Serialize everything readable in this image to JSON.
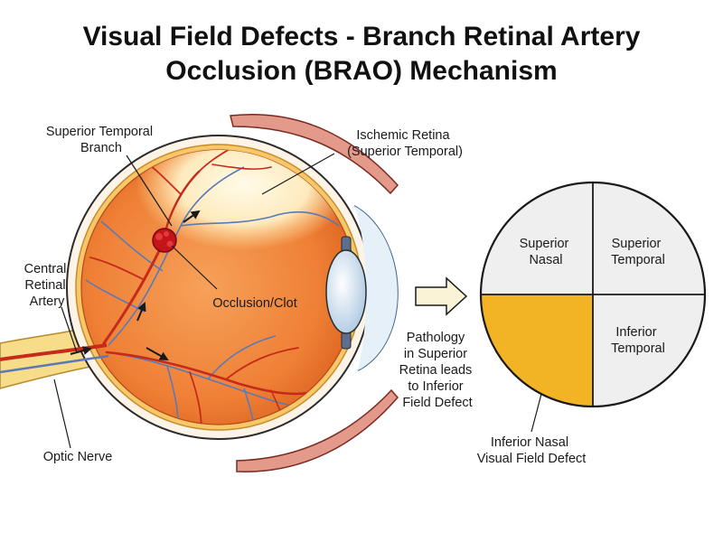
{
  "title": {
    "line1": "Visual Field Defects - Branch Retinal Artery",
    "line2": "Occlusion (BRAO) Mechanism"
  },
  "labels": {
    "superior_temporal_branch": [
      "Superior Temporal",
      "Branch"
    ],
    "ischemic_retina": [
      "Ischemic Retina",
      "(Superior Temporal)"
    ],
    "central_retinal_artery": [
      "Central",
      "Retinal",
      "Artery"
    ],
    "occlusion": [
      "Occlusion/Clot"
    ],
    "optic_nerve": [
      "Optic Nerve"
    ],
    "pathology_note": [
      "Pathology",
      "in Superior",
      "Retina leads",
      "to Inferior",
      "Field Defect"
    ]
  },
  "visual_field": {
    "quadrants": {
      "superior_nasal": [
        "Superior",
        "Nasal"
      ],
      "superior_temporal": [
        "Superior",
        "Temporal"
      ],
      "inferior_temporal": [
        "Inferior",
        "Temporal"
      ]
    },
    "defect_label": [
      "Inferior Nasal",
      "Visual Field Defect"
    ],
    "defect_color": "#f2b424",
    "normal_color": "#efefef"
  },
  "colors": {
    "retina": "#f08a3c",
    "ischemic": "#fff3cf",
    "artery": "#c62a1a",
    "vein": "#5a79b8",
    "optic_nerve": "#f7dc8a"
  }
}
